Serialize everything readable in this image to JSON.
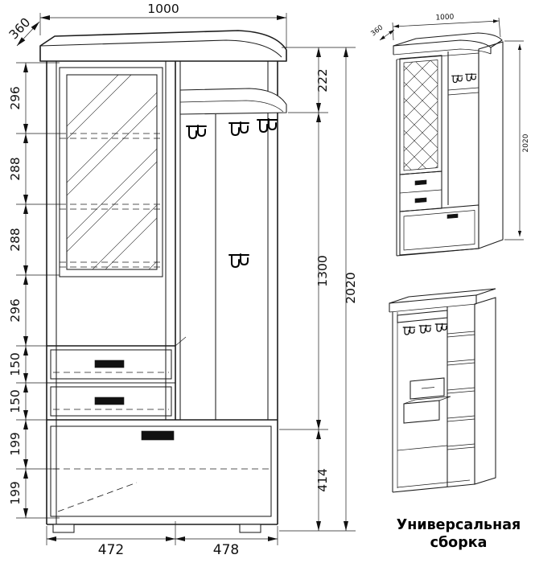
{
  "main_view": {
    "width_top": "1000",
    "depth_top": "360",
    "left_segments": [
      "296",
      "288",
      "288",
      "296",
      "150",
      "150",
      "199",
      "199"
    ],
    "right_segments": [
      "222",
      "1300",
      "414"
    ],
    "total_height": "2020",
    "bottom_segments": [
      "472",
      "478"
    ]
  },
  "iso_view": {
    "depth": "360",
    "width": "1000",
    "height": "2020"
  },
  "caption": "Универсальная сборка"
}
